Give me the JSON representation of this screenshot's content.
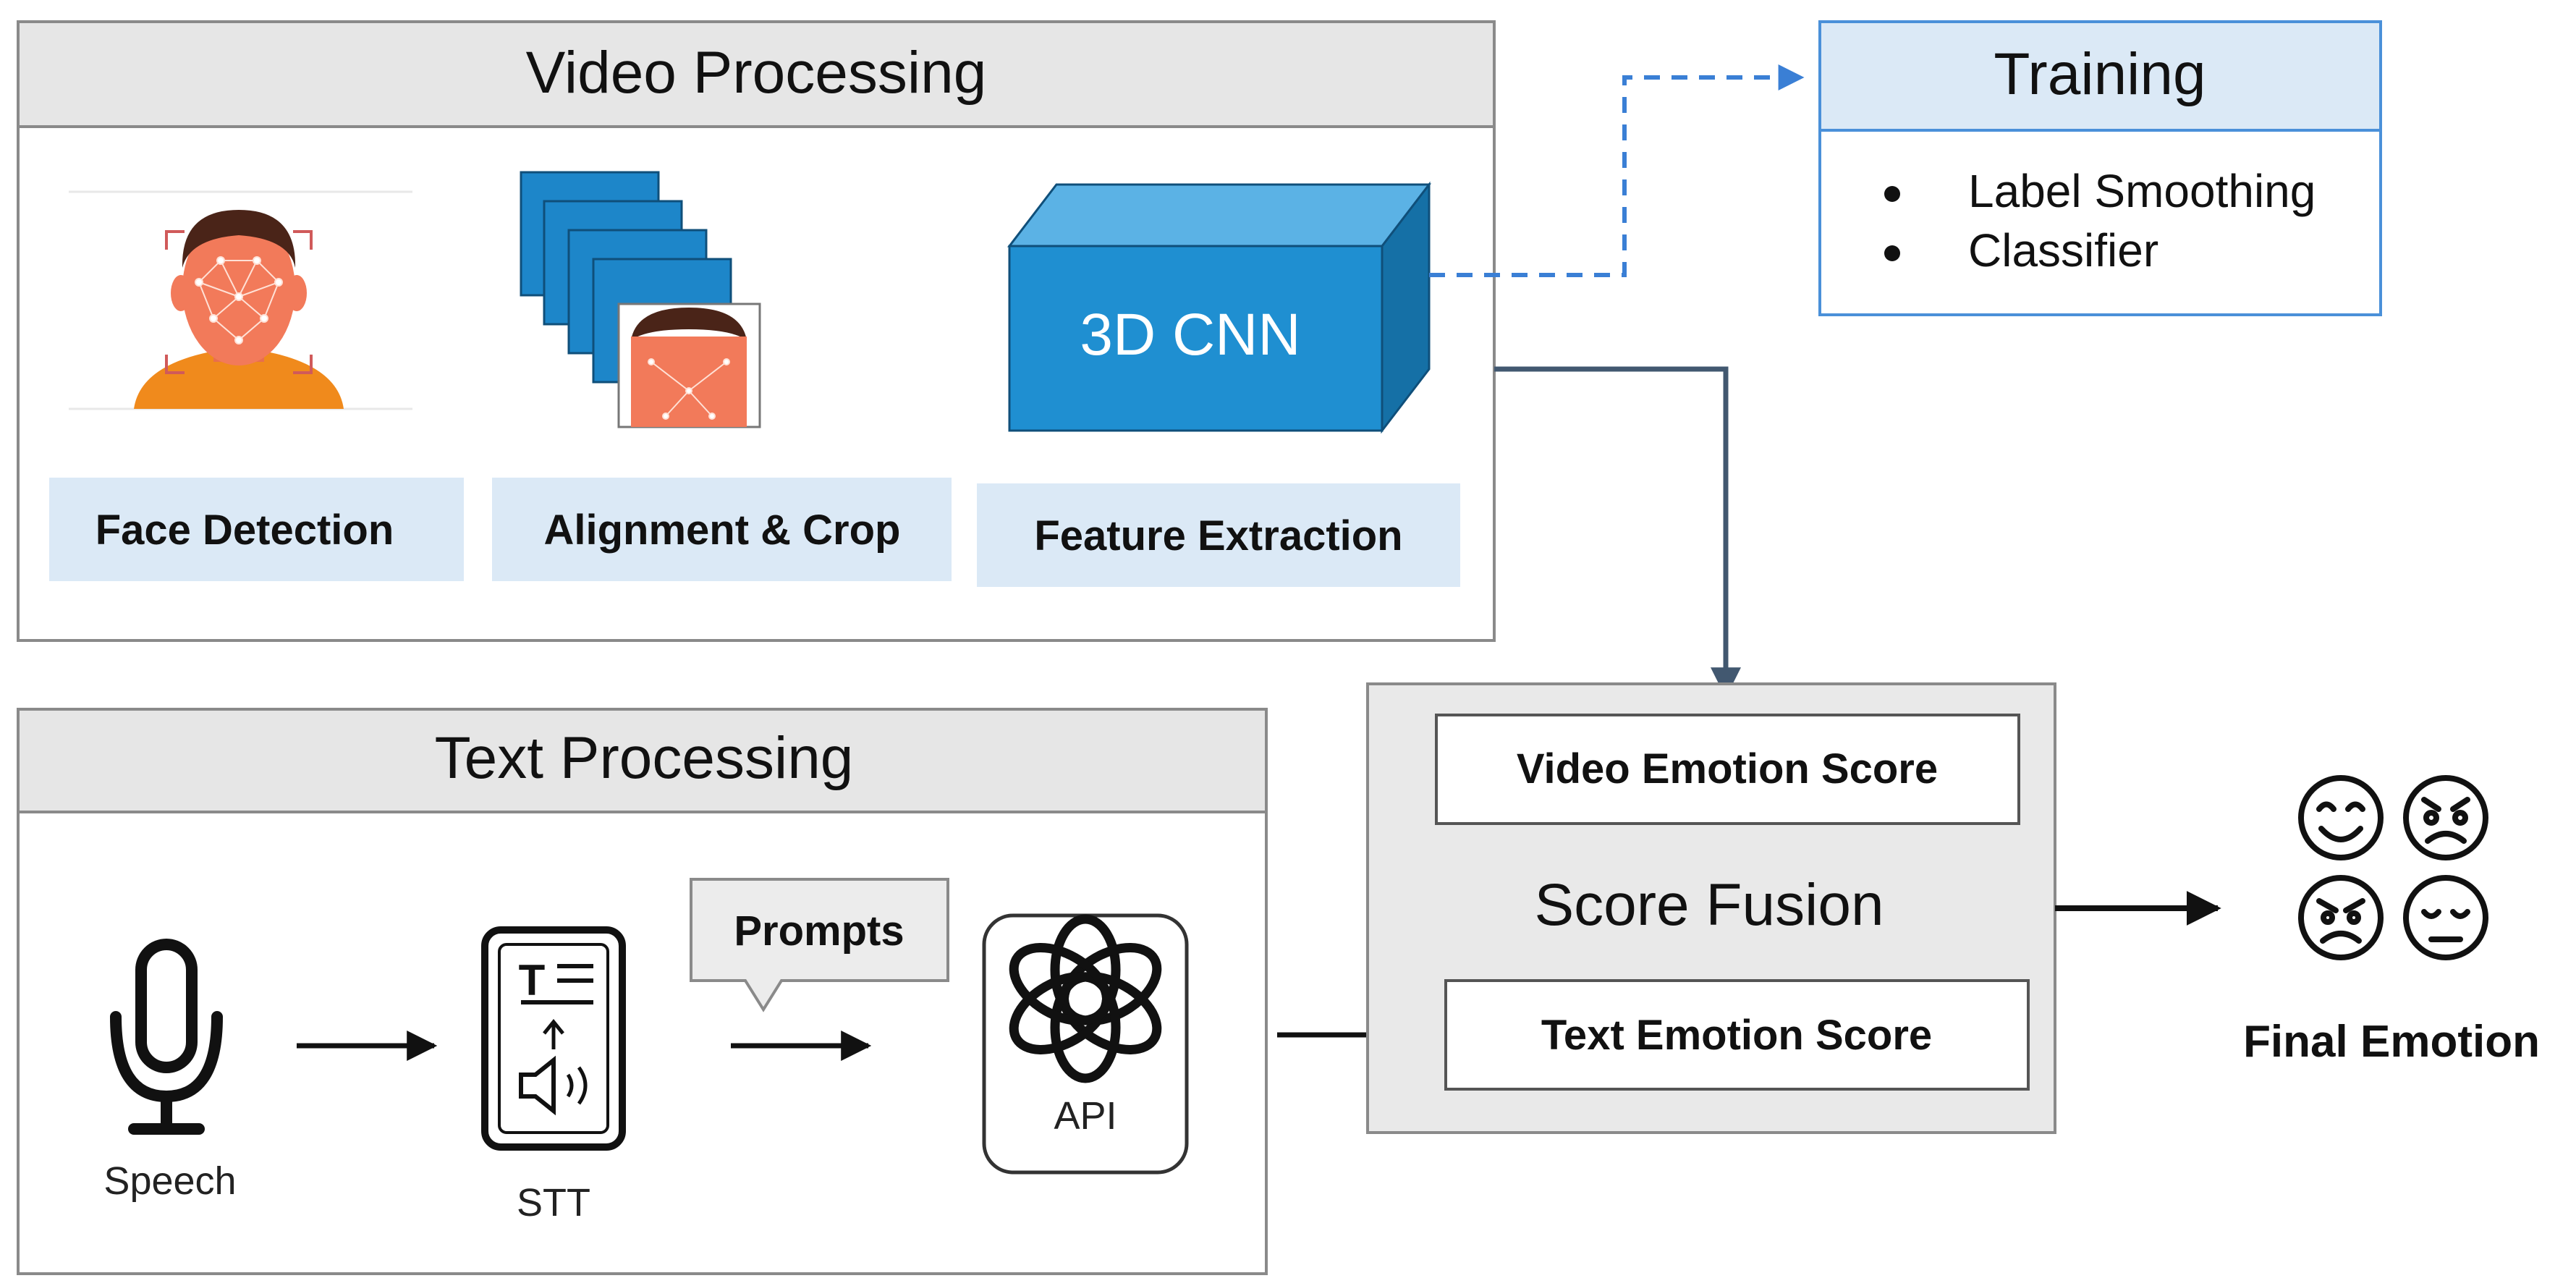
{
  "video_processing": {
    "title": "Video Processing",
    "steps": [
      {
        "label": "Face Detection",
        "icon": "face-detection-icon"
      },
      {
        "label": "Alignment & Crop",
        "icon": "stacked-frames-icon"
      },
      {
        "label": "Feature Extraction",
        "icon": "3d-cnn-block"
      }
    ],
    "cnn_label": "3D CNN"
  },
  "training": {
    "title": "Training",
    "items": [
      "Label Smoothing",
      "Classifier"
    ]
  },
  "text_processing": {
    "title": "Text Processing",
    "speech_label": "Speech",
    "stt_label": "STT",
    "prompts_label": "Prompts",
    "api_label": "API"
  },
  "score_fusion": {
    "title": "Score Fusion",
    "video_score": "Video Emotion Score",
    "text_score": "Text Emotion Score"
  },
  "final": {
    "label": "Final Emotion",
    "emoji_icons": [
      "smile-face-icon",
      "crying-face-icon",
      "angry-face-icon",
      "sleepy-face-icon"
    ]
  },
  "colors": {
    "header_fill": "#e6e6e6",
    "label_fill": "#dbe9f6",
    "training_header": "#dbe9f6",
    "training_border": "#4a90d9",
    "cnn_front": "#1f8fd1",
    "cnn_top": "#5bb2e5",
    "cnn_side": "#1570a6",
    "frame_blue": "#1d86c9",
    "skin": "#f27a5a",
    "hair": "#4a2418",
    "shirt": "#f08a1c",
    "arrow_dark": "#111111",
    "arrow_slate": "#425870",
    "dashed_blue": "#3a7fd5",
    "fusion_fill": "#e9e9e9"
  }
}
